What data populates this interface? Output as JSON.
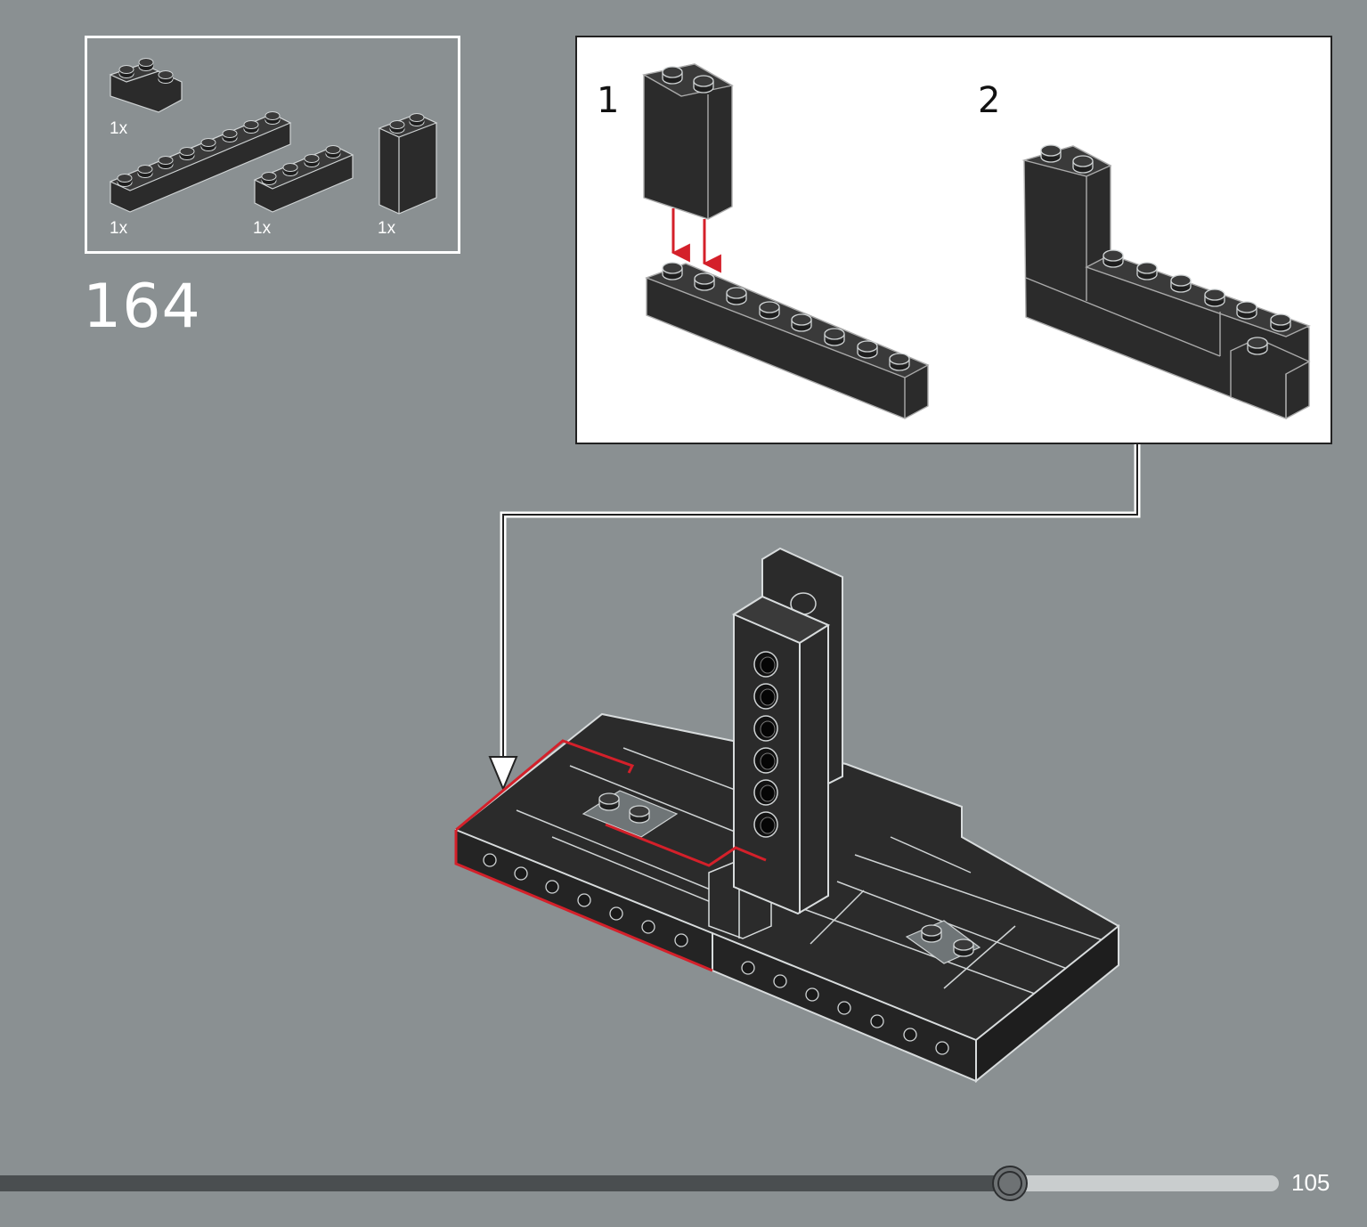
{
  "step": {
    "number": "164"
  },
  "parts_list": {
    "items": [
      {
        "name": "corner-brick-icon",
        "qty": "1x"
      },
      {
        "name": "brick-1x8-icon",
        "qty": "1x"
      },
      {
        "name": "brick-1x4-icon",
        "qty": "1x"
      },
      {
        "name": "brick-1x2x3-icon",
        "qty": "1x"
      }
    ]
  },
  "substeps": [
    {
      "label": "1"
    },
    {
      "label": "2"
    }
  ],
  "progress": {
    "fraction": 0.79
  },
  "page": {
    "number": "105"
  },
  "colors": {
    "background": "#8a9092",
    "brick": "#2b2b2b",
    "arrow": "#d4202a",
    "highlight": "#d4202a"
  }
}
